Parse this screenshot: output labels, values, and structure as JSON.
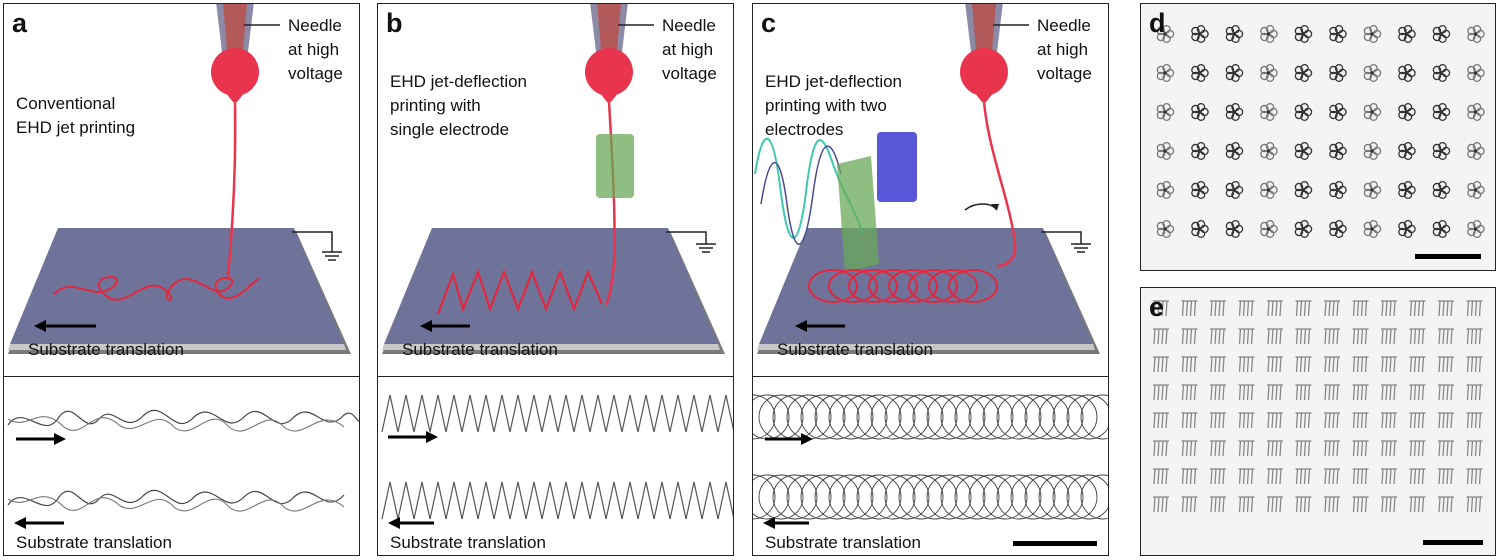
{
  "panels": {
    "a": {
      "label": "a",
      "needle": "Needle\nat high\nvoltage",
      "description": "Conventional\nEHD jet printing",
      "substrate": "Substrate translation",
      "photo_substrate": "Substrate translation"
    },
    "b": {
      "label": "b",
      "needle": "Needle\nat high\nvoltage",
      "description": "EHD jet-deflection\nprinting with\nsingle electrode",
      "substrate": "Substrate translation",
      "photo_substrate": "Substrate translation"
    },
    "c": {
      "label": "c",
      "needle": "Needle\nat high\nvoltage",
      "description": "EHD jet-deflection\nprinting with two\nelectrodes",
      "substrate": "Substrate translation",
      "photo_substrate": "Substrate translation"
    },
    "d": {
      "label": "d",
      "rows": 6,
      "cols": 10,
      "pattern": "flower"
    },
    "e": {
      "label": "e",
      "rows": 8,
      "cols": 12,
      "pattern": "comb"
    }
  },
  "colors": {
    "substrate": "#6f7399",
    "jet": "#e8344c",
    "droplet": "#e8344c",
    "needle": "#8c8aa6",
    "electrode_green": "#6aa85a",
    "electrode_blue": "#3a3ad0"
  }
}
